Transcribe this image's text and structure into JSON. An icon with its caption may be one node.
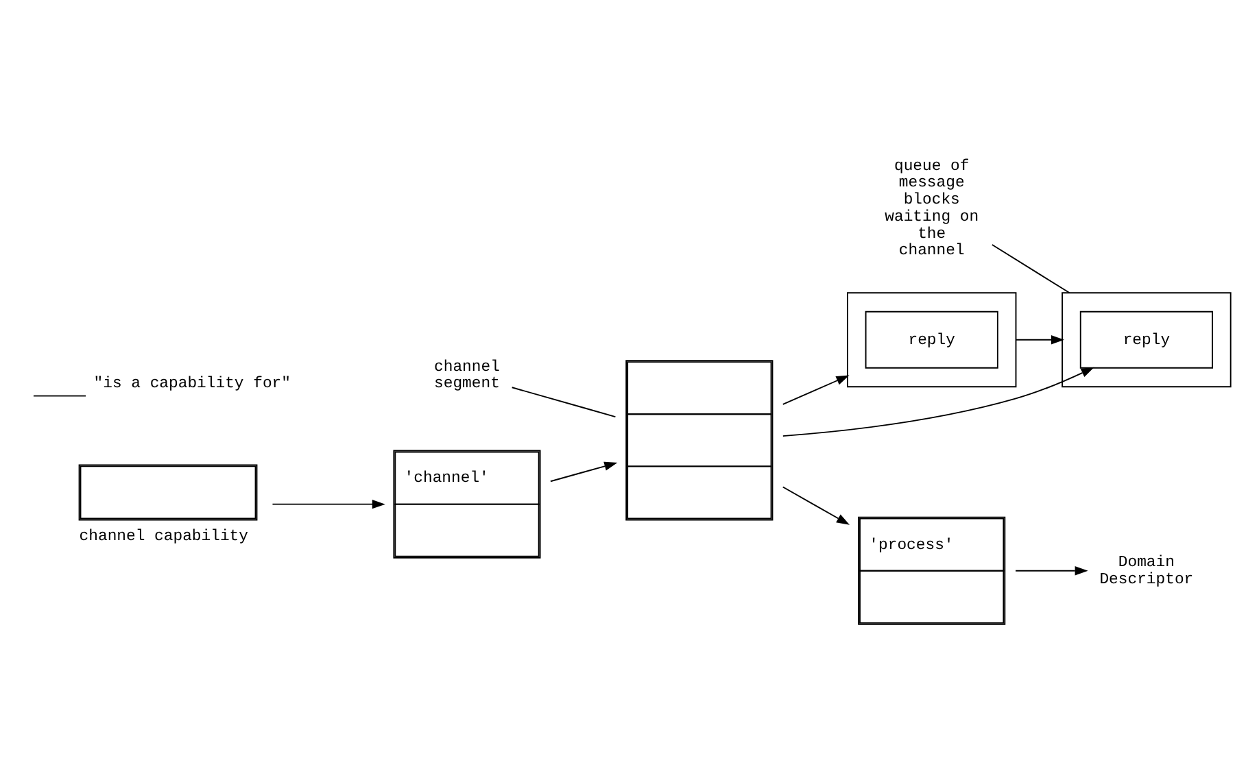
{
  "diagram": {
    "nodes": [
      {
        "text": [
          "'channel'"
        ]
      },
      {
        "text": [],
        "shape": "box"
      },
      {
        "text": [
          "'process'"
        ]
      },
      {
        "text": [
          "Domain Descriptor"
        ]
      },
      {
        "text": [],
        "shape": "box"
      },
      {
        "text": [
          "reply"
        ],
        "in": 4
      },
      {
        "text": [],
        "shape": "box"
      },
      {
        "text": [
          "reply"
        ],
        "in": 6
      },
      {
        "text": [],
        "shape": "box",
        "beside": [
          "channel capability"
        ]
      },
      {
        "text": [
          "channel segment"
        ]
      },
      {
        "text": [
          "queue of message blocks waiting on the channel"
        ]
      }
    ],
    "edges": [
      {
        "from": 8,
        "to": 0,
        "arrow": "to"
      },
      {
        "from": 0,
        "to": 1,
        "arrow": "to"
      },
      {
        "from": 1,
        "to": 2,
        "arrow": "to"
      },
      {
        "from": 1,
        "to": 4,
        "arrow": "to"
      },
      {
        "from": 1,
        "to": 7,
        "arrow": "to"
      },
      {
        "from": 2,
        "to": 3,
        "arrow": "to"
      },
      {
        "from": 4,
        "to": 6,
        "arrow": "to"
      },
      {
        "from": 9,
        "to": 1,
        "arrow": "none"
      },
      {
        "from": 10,
        "to": 6,
        "arrow": "none"
      }
    ],
    "legend": [
      {
        "text": "\"is a capability for\""
      }
    ]
  }
}
